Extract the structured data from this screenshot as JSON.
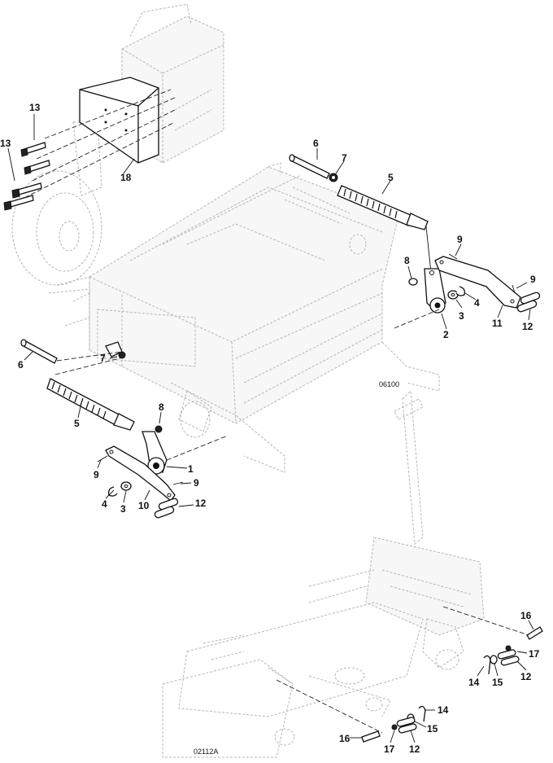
{
  "figure_codes": {
    "upper": "06100",
    "lower": "02112A"
  },
  "callouts": {
    "c1": "1",
    "c2": "2",
    "c3a": "3",
    "c3b": "3",
    "c4a": "4",
    "c4b": "4",
    "c5a": "5",
    "c5b": "5",
    "c6a": "6",
    "c6b": "6",
    "c7a": "7",
    "c7b": "7",
    "c8a": "8",
    "c8b": "8",
    "c9a": "9",
    "c9b": "9",
    "c9c": "9",
    "c9d": "9",
    "c10": "10",
    "c11": "11",
    "c12a": "12",
    "c12b": "12",
    "c12c": "12",
    "c12d": "12",
    "c13a": "13",
    "c13b": "13",
    "c14a": "14",
    "c14b": "14",
    "c15a": "15",
    "c15b": "15",
    "c16a": "16",
    "c16b": "16",
    "c17a": "17",
    "c17b": "17",
    "c18": "18"
  }
}
